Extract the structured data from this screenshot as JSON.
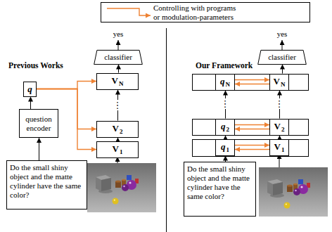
{
  "diagram": {
    "nodes": [
      {
        "text": [
          "classifier"
        ]
      },
      {
        "text": [
          "V",
          "N"
        ]
      },
      {
        "text": [
          "V",
          "2"
        ]
      },
      {
        "text": [
          "V",
          "1"
        ]
      },
      {
        "text": [
          "q"
        ]
      },
      {
        "text": [
          "question encoder"
        ]
      },
      {
        "text": [
          "Do the small shiny object and the matte cylinder have the same color?"
        ]
      },
      {
        "text": [
          "classifier"
        ]
      },
      {
        "text": [
          "q",
          "N"
        ]
      },
      {
        "text": [
          "V",
          "N"
        ]
      },
      {
        "text": [
          "q",
          "2"
        ]
      },
      {
        "text": [
          "V",
          "2"
        ]
      },
      {
        "text": [
          "q",
          "1"
        ]
      },
      {
        "text": [
          "V",
          "1"
        ]
      },
      {
        "text": [
          "Do the small shiny object and the matte cylinder have the same color?"
        ]
      }
    ],
    "edges": [
      {
        "from": 6,
        "to": 5,
        "arrow": "to"
      },
      {
        "from": 5,
        "to": 4,
        "arrow": "to"
      },
      {
        "from": 4,
        "to": 1,
        "arrow": "to"
      },
      {
        "from": 4,
        "to": 2,
        "arrow": "to"
      },
      {
        "from": 4,
        "to": 3,
        "arrow": "to"
      },
      {
        "from": 3,
        "to": 2,
        "arrow": "to"
      },
      {
        "from": 2,
        "to": 1,
        "arrow": "to"
      },
      {
        "from": 1,
        "to": 0,
        "arrow": "to"
      },
      {
        "from": 14,
        "to": 12,
        "arrow": "to"
      },
      {
        "from": 12,
        "to": 10,
        "arrow": "to"
      },
      {
        "from": 10,
        "to": 8,
        "arrow": "to"
      },
      {
        "from": 13,
        "to": 11,
        "arrow": "to"
      },
      {
        "from": 11,
        "to": 9,
        "arrow": "to"
      },
      {
        "from": 9,
        "to": 7,
        "arrow": "to"
      },
      {
        "from": 8,
        "to": 9,
        "arrow": "to"
      },
      {
        "from": 9,
        "to": 8,
        "arrow": "to"
      },
      {
        "from": 10,
        "to": 11,
        "arrow": "to"
      },
      {
        "from": 11,
        "to": 10,
        "arrow": "to"
      },
      {
        "from": 12,
        "to": 13,
        "arrow": "to"
      },
      {
        "from": 13,
        "to": 12,
        "arrow": "to"
      }
    ],
    "labels": [
      "yes",
      "Previous Works",
      "⋮",
      "yes",
      "Our Framework",
      "⋮",
      "⋮"
    ],
    "legend": [
      {
        "text": "Controlling with programs or modulation-parameters"
      }
    ]
  }
}
